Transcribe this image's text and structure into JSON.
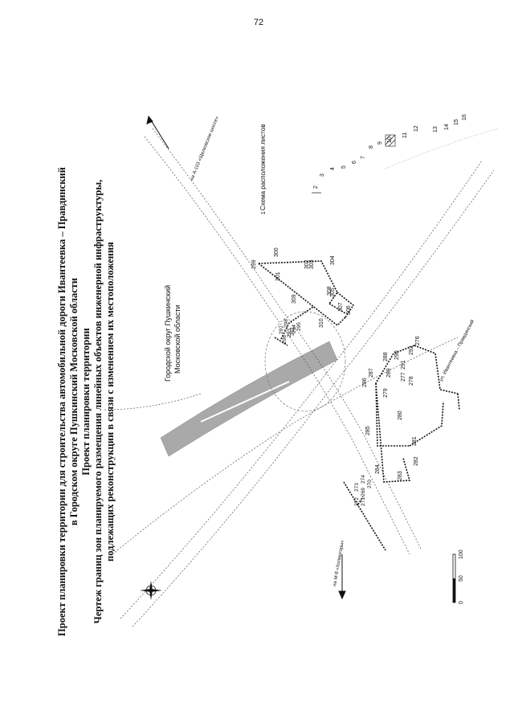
{
  "page_number": "72",
  "title_lines": [
    "Проект планировки территории для строительства автомобильной дороги Ивантеевка – Правдинский",
    "в Городском округе Пушкинский Московской области",
    "Проект планировки территории",
    "Чертеж границ зон планируемого размещения линейных объектов инженерной инфраструктуры,",
    "подлежащих реконструкции в связи с изменением их местоположения"
  ],
  "district_label": [
    "Городской округ Пушкинский",
    "Московской области"
  ],
  "sheet_index": {
    "title": "Схема расположения листов",
    "numbers": [
      "1",
      "2",
      "3",
      "4",
      "5",
      "6",
      "7",
      "8",
      "9",
      "10",
      "11",
      "12",
      "13",
      "14",
      "15",
      "16"
    ],
    "highlighted": "10"
  },
  "road_labels": {
    "top_left": "на А-103 «Щелковское шоссе»",
    "bottom_left": "на М-8 «Холмогоры»",
    "right": "ул. Ивантеевка – Правдинский"
  },
  "scale_bar": {
    "ticks": [
      "0",
      "50",
      "100"
    ]
  },
  "point_labels": {
    "group_a": [
      "299",
      "300",
      "301",
      "302",
      "303",
      "304",
      "305",
      "306",
      "307",
      "308",
      "309",
      "310",
      "311"
    ],
    "group_b": [
      "276",
      "277",
      "278",
      "279",
      "280",
      "281",
      "282",
      "283",
      "284",
      "285",
      "286",
      "287",
      "288",
      "289",
      "290",
      "291",
      "292"
    ],
    "group_c": [
      "269",
      "270",
      "271",
      "272",
      "273",
      "274"
    ],
    "group_d": [
      "293",
      "294",
      "295",
      "296",
      "297",
      "298"
    ]
  },
  "colors": {
    "highlight_band": "#a9a9a9",
    "line": "#222222",
    "background": "#ffffff"
  },
  "icons": [
    "north-arrow-icon",
    "direction-arrow-icon"
  ]
}
